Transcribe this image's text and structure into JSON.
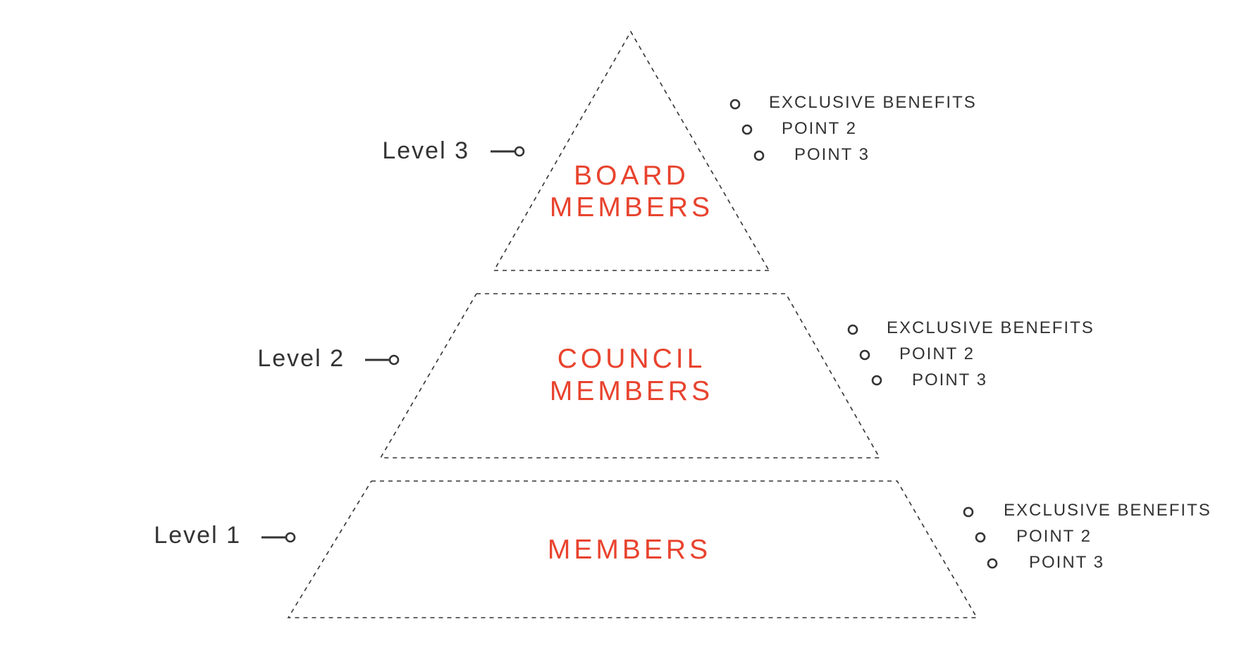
{
  "colors": {
    "accent": "#e8432e",
    "ink": "#333333",
    "background": "#ffffff"
  },
  "tiers": [
    {
      "level_label": "Level 3",
      "title_lines": [
        "BOARD",
        "MEMBERS"
      ],
      "benefits": [
        "EXCLUSIVE BENEFITS",
        "POINT 2",
        "POINT 3"
      ]
    },
    {
      "level_label": "Level 2",
      "title_lines": [
        "COUNCIL",
        "MEMBERS"
      ],
      "benefits": [
        "EXCLUSIVE BENEFITS",
        "POINT 2",
        "POINT 3"
      ]
    },
    {
      "level_label": "Level 1",
      "title_lines": [
        "MEMBERS"
      ],
      "benefits": [
        "EXCLUSIVE BENEFITS",
        "POINT 2",
        "POINT 3"
      ]
    }
  ]
}
